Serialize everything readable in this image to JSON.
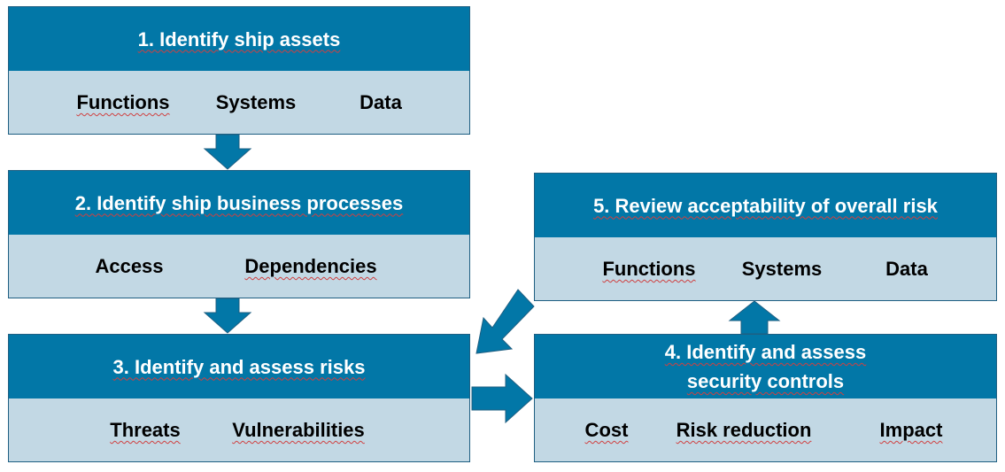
{
  "colors": {
    "header": "#0277a7",
    "body": "#c2d8e4",
    "arrow": "#0277a7",
    "border": "#1f5f82"
  },
  "steps": [
    {
      "title": "1. Identify ship assets",
      "items": [
        "Functions",
        "Systems",
        "Data"
      ]
    },
    {
      "title": "2. Identify ship business processes",
      "items": [
        "Access",
        "Dependencies"
      ]
    },
    {
      "title": "3. Identify and assess risks",
      "items": [
        "Threats",
        "Vulnerabilities"
      ]
    },
    {
      "title_line1": "4. Identify and assess",
      "title_line2": "security controls",
      "items": [
        "Cost",
        "Risk reduction",
        "Impact"
      ]
    },
    {
      "title": "5. Review acceptability of overall risk",
      "items": [
        "Functions",
        "Systems",
        "Data"
      ]
    }
  ]
}
